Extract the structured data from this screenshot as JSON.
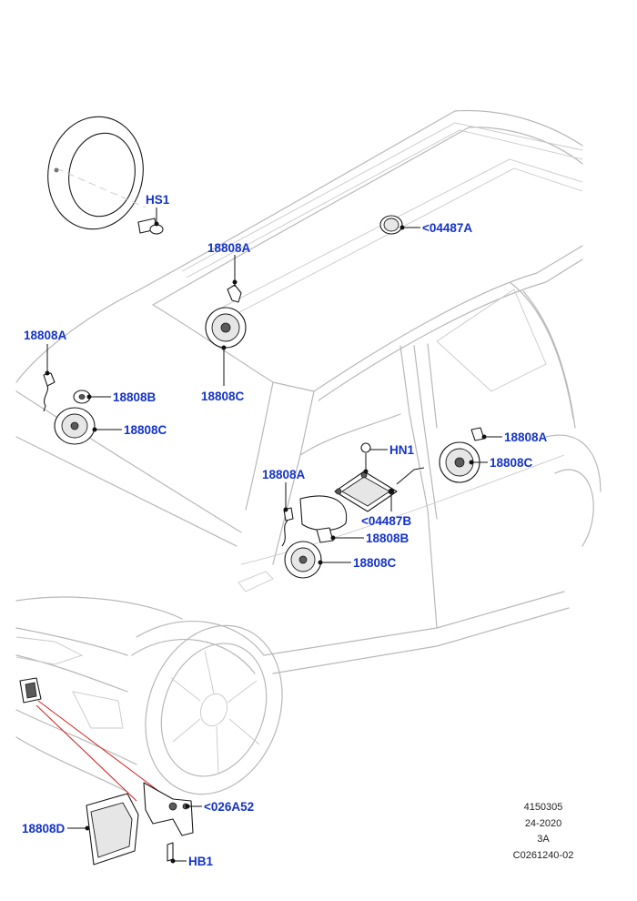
{
  "callouts": [
    {
      "id": "hs1",
      "text": "HS1"
    },
    {
      "id": "c04487a",
      "text": "<04487A"
    },
    {
      "id": "c18808a-roof",
      "text": "18808A"
    },
    {
      "id": "c18808c-roof",
      "text": "18808C"
    },
    {
      "id": "c18808a-left",
      "text": "18808A"
    },
    {
      "id": "c18808b-left",
      "text": "18808B"
    },
    {
      "id": "c18808c-left",
      "text": "18808C"
    },
    {
      "id": "hn1",
      "text": "HN1"
    },
    {
      "id": "c18808a-rear",
      "text": "18808A"
    },
    {
      "id": "c18808c-rear",
      "text": "18808C"
    },
    {
      "id": "c18808a-door",
      "text": "18808A"
    },
    {
      "id": "c04487b",
      "text": "<04487B"
    },
    {
      "id": "c18808b-door",
      "text": "18808B"
    },
    {
      "id": "c18808c-door",
      "text": "18808C"
    },
    {
      "id": "c18808d",
      "text": "18808D"
    },
    {
      "id": "c026a52",
      "text": "<026A52"
    },
    {
      "id": "hb1",
      "text": "HB1"
    }
  ],
  "meta": {
    "line1": "4150305",
    "line2": "24-2020",
    "line3": "3A",
    "line4": "C0261240-02"
  },
  "colors": {
    "callout": "#1433c8",
    "leader": "#111111",
    "redline": "#d42020",
    "body_outline": "#b8b8b8"
  }
}
